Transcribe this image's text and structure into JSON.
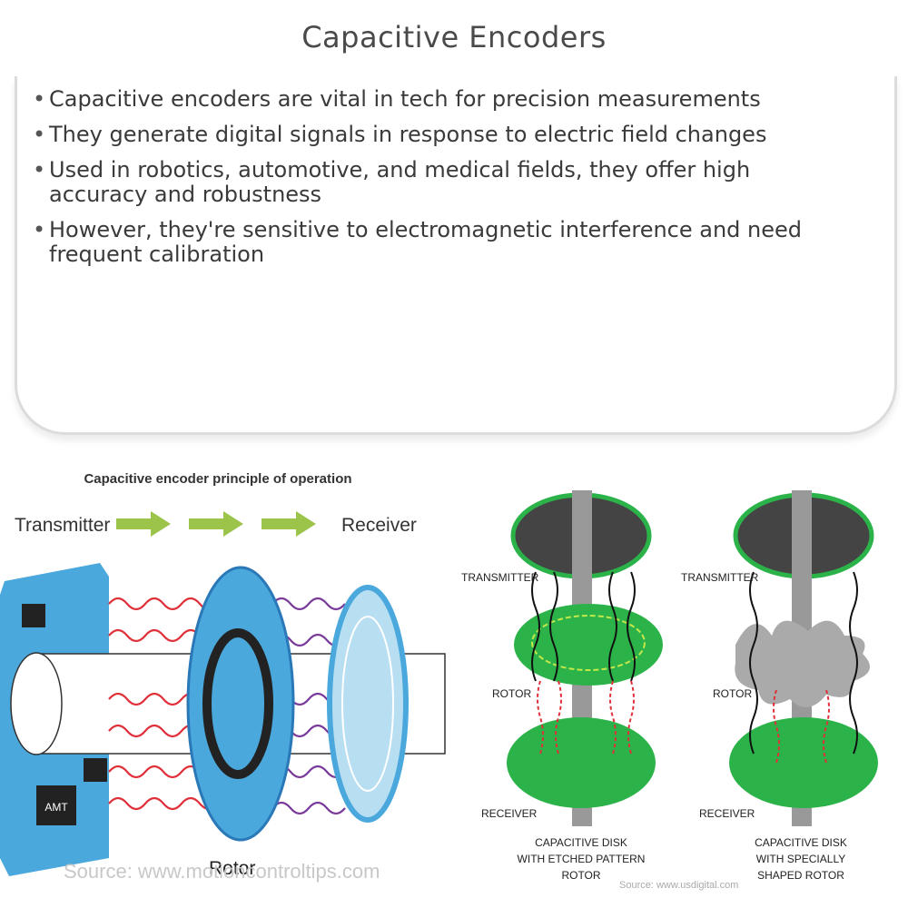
{
  "page": {
    "title": "Capacitive Encoders"
  },
  "bullets": [
    "Capacitive encoders are vital in tech for precision measurements",
    "They generate digital signals in response to electric field changes",
    "Used in robotics, automotive, and medical fields, they offer high accuracy and robustness",
    "However, they're sensitive to electromagnetic interference and need frequent calibration"
  ],
  "left_figure": {
    "heading": "Capacitive encoder principle of operation",
    "transmitter_label": "Transmitter",
    "receiver_label": "Receiver",
    "rotor_label": "Rotor",
    "chip_label": "AMT",
    "source": "Source: www.motioncontroltips.com"
  },
  "right_figure": {
    "left_diagram": {
      "transmitter_label": "TRANSMITTER",
      "rotor_label": "ROTOR",
      "receiver_label": "RECEIVER",
      "caption_line1": "CAPACITIVE DISK",
      "caption_line2": "WITH ETCHED PATTERN",
      "caption_line3": "ROTOR"
    },
    "right_diagram": {
      "transmitter_label": "TRANSMITTER",
      "rotor_label": "ROTOR",
      "receiver_label": "RECEIVER",
      "caption_line1": "CAPACITIVE DISK",
      "caption_line2": "WITH SPECIALLY",
      "caption_line3": "SHAPED ROTOR"
    },
    "source": "Source: www.usdigital.com"
  },
  "colors": {
    "title": "#4a4a4a",
    "arrow_green": "#9cc44a",
    "panel_blue": "#4aa8dc",
    "wave_red": "#e0303a",
    "wave_purple": "#7a3a9a",
    "pcb_green": "#2bb34a"
  }
}
